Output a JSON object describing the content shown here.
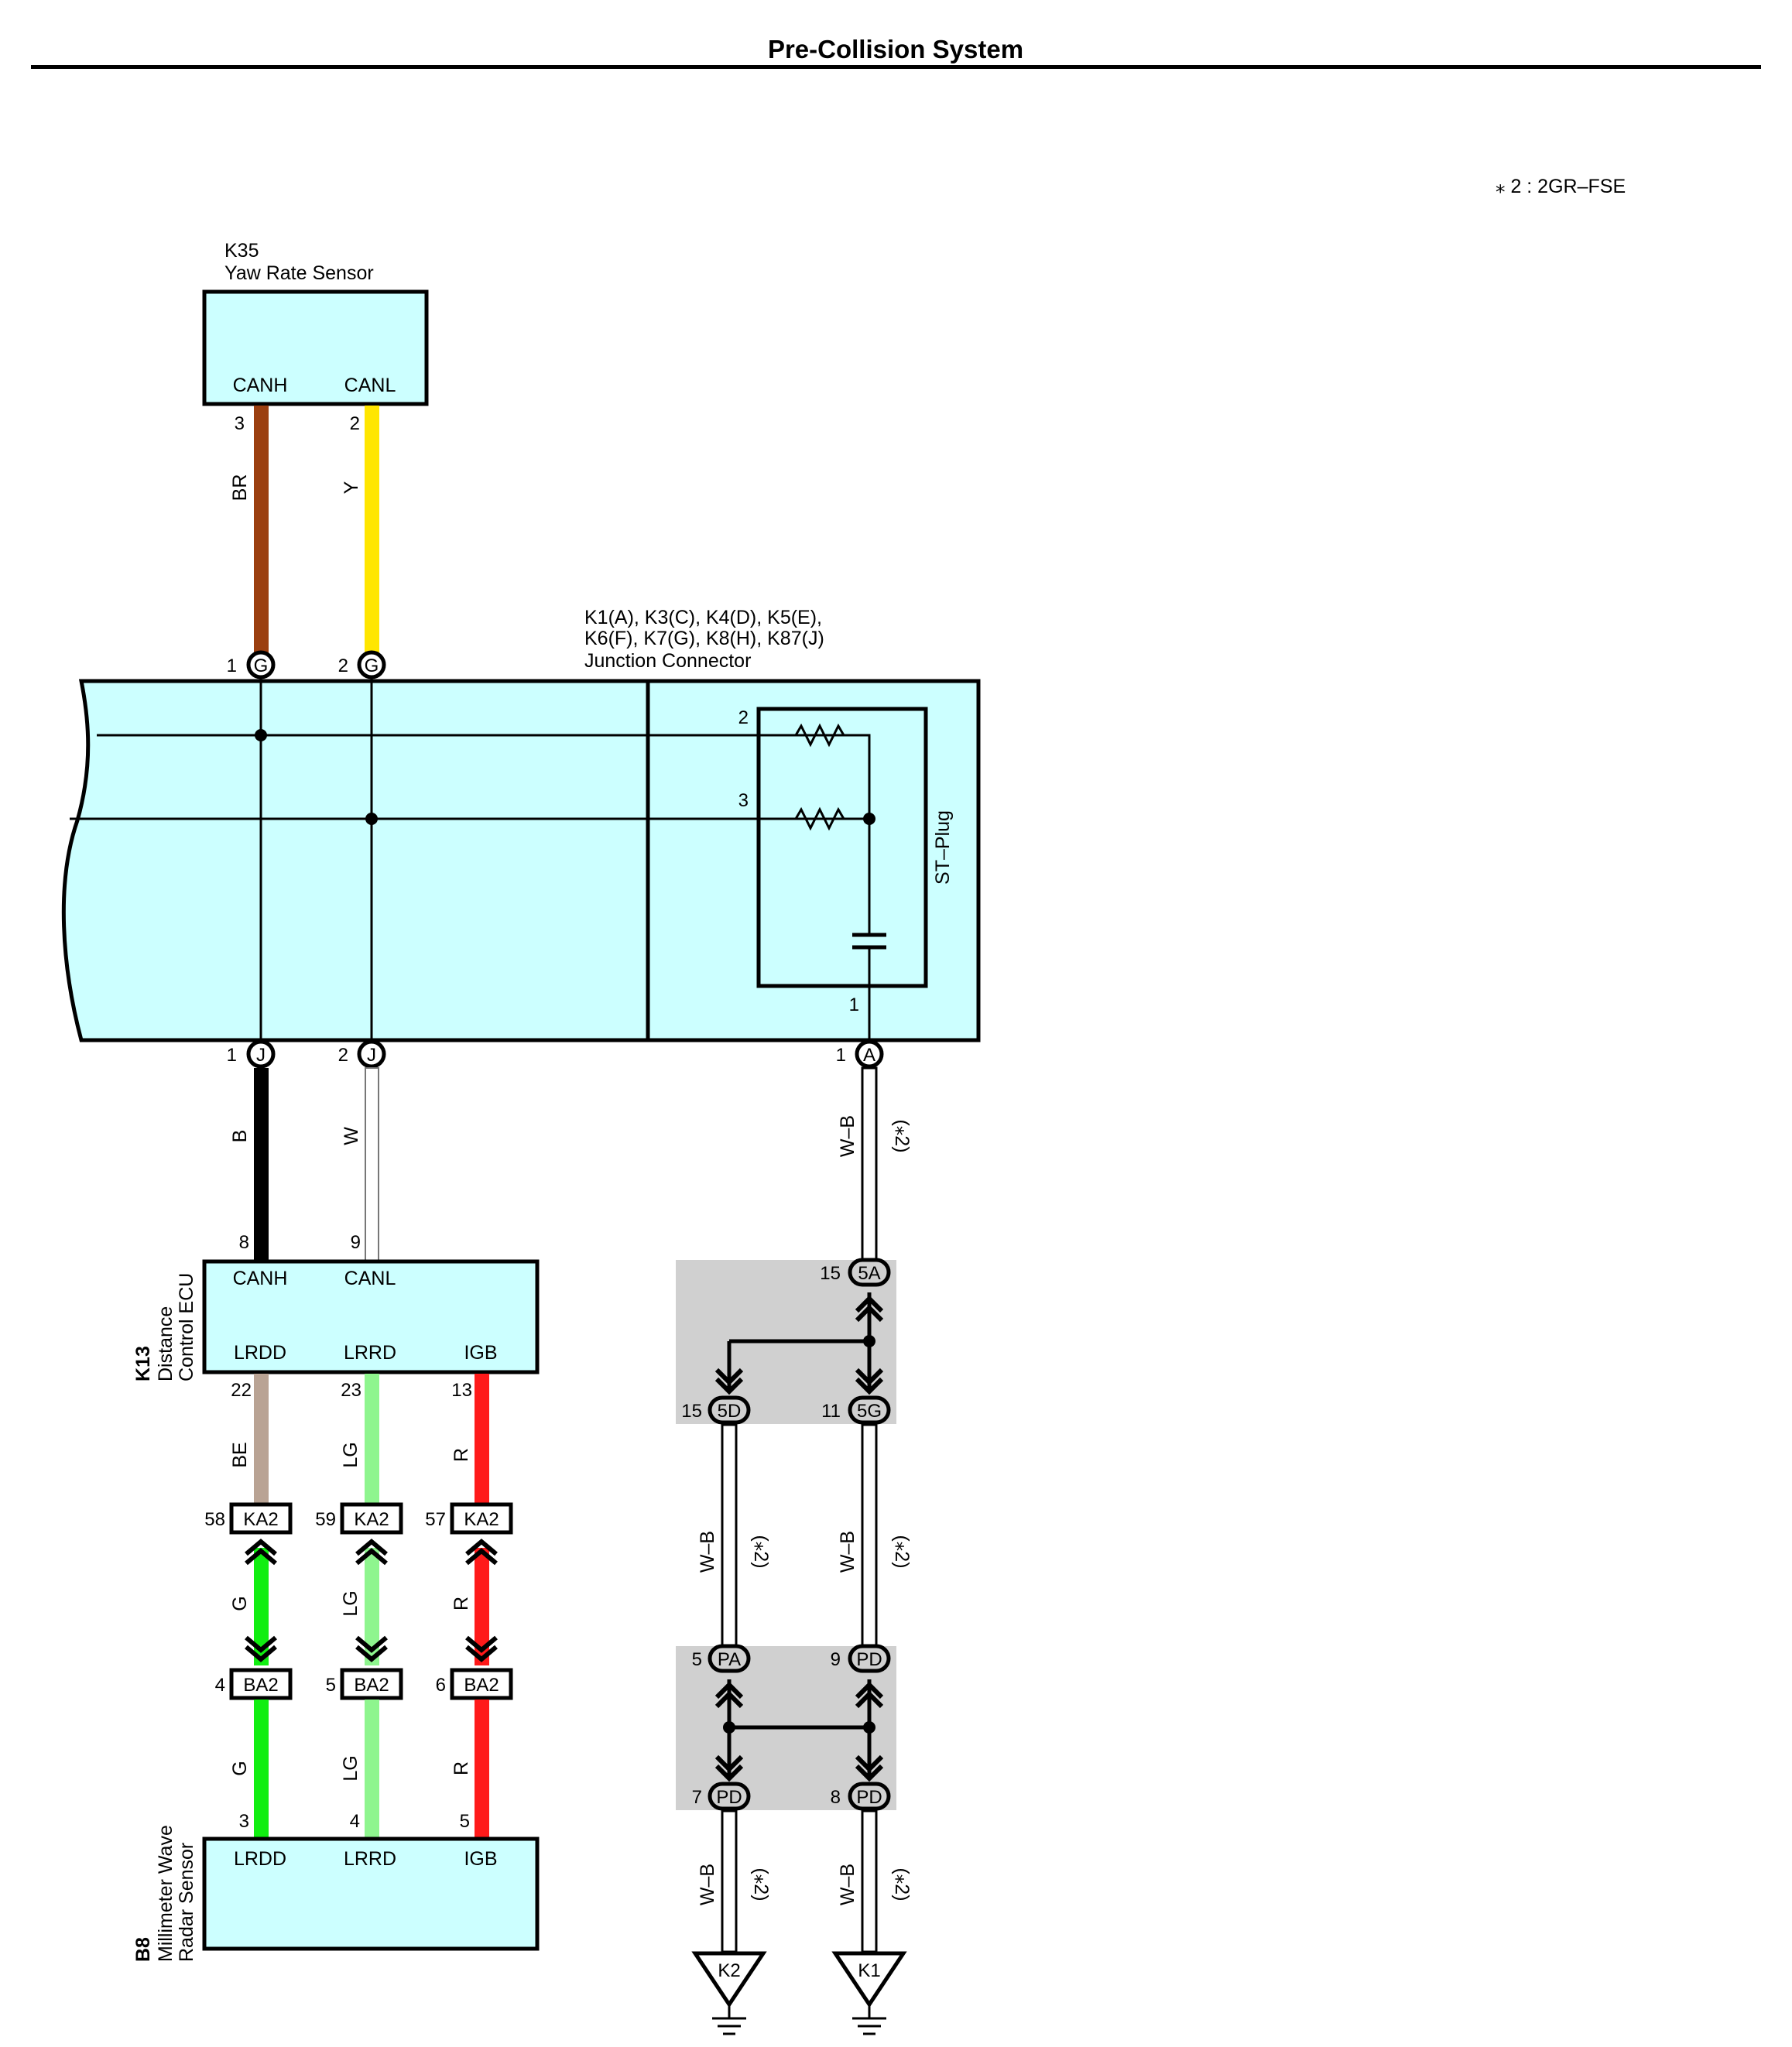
{
  "title": "Pre-Collision System",
  "note": "⁎ 2 : 2GR–FSE",
  "colors": {
    "component_fill": "#ccffff",
    "junction_fill": "#ccffff",
    "shaded_fill": "#d0d0d0",
    "BR": "#9b3f10",
    "Y": "#ffe600",
    "B": "#000000",
    "W": "#ffffff",
    "BE": "#b9a394",
    "LG": "#8ef58e",
    "R": "#ff1a1a",
    "G": "#11ee11",
    "W-B": "#ffffff"
  },
  "components": {
    "yaw": {
      "id": "K35",
      "name": "Yaw Rate Sensor",
      "canh": "CANH",
      "canl": "CANL"
    },
    "junction": {
      "line1": "K1(A), K3(C), K4(D), K5(E),",
      "line2": "K6(F), K7(G), K8(H), K87(J)",
      "name": "Junction Connector",
      "st_plug": "ST–Plug"
    },
    "ecu": {
      "id": "K13",
      "name_line1": "Distance",
      "name_line2": "Control ECU",
      "canh": "CANH",
      "canl": "CANL",
      "lrdd": "LRDD",
      "lrrd": "LRRD",
      "igb": "IGB"
    },
    "radar": {
      "id": "B8",
      "name_line1": "Millimeter Wave",
      "name_line2": "Radar Sensor",
      "lrdd": "LRDD",
      "lrrd": "LRRD",
      "igb": "IGB"
    }
  },
  "pins": {
    "yaw_canh": "3",
    "yaw_canl": "2",
    "jg1": "1",
    "jg2": "2",
    "jg_letter": "G",
    "jj1": "1",
    "jj2": "2",
    "jj_letter": "J",
    "ja1": "1",
    "ja_letter": "A",
    "st2": "2",
    "st3": "3",
    "st1": "1",
    "ecu_canh": "8",
    "ecu_canl": "9",
    "ecu_lrdd": "22",
    "ecu_lrrd": "23",
    "ecu_igb": "13",
    "ka_a": "58",
    "ka_b": "59",
    "ka_c": "57",
    "ka_name": "KA2",
    "ba_a": "4",
    "ba_b": "5",
    "ba_c": "6",
    "ba_name": "BA2",
    "radar_lrdd": "3",
    "radar_lrrd": "4",
    "radar_igb": "5",
    "j5a_num": "15",
    "j5a_name": "5A",
    "j5d_num": "15",
    "j5d_name": "5D",
    "j5g_num": "11",
    "j5g_name": "5G",
    "jpa_num": "5",
    "jpa_name": "PA",
    "jpd9_num": "9",
    "jpd9_name": "PD",
    "jpd7_num": "7",
    "jpd7_name": "PD",
    "jpd8_num": "8",
    "jpd8_name": "PD",
    "k2": "K2",
    "k1": "K1"
  },
  "wires": {
    "br": "BR",
    "y": "Y",
    "b": "B",
    "w": "W",
    "be": "BE",
    "lg1": "LG",
    "r1": "R",
    "g2": "G",
    "lg2": "LG",
    "r2": "R",
    "g3": "G",
    "lg3": "LG",
    "r3": "R",
    "wb_top": "W–B",
    "wb_mid_l": "W–B",
    "wb_mid_r": "W–B",
    "wb_bot_l": "W–B",
    "wb_bot_r": "W–B",
    "star": "(⁎2)"
  }
}
